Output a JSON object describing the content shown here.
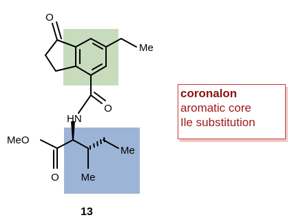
{
  "structure": {
    "atoms": {
      "ketone_oxygen": "O",
      "ethyl_methyl": "Me",
      "amide_nh": "HN",
      "amide_oxygen": "O",
      "ester_methoxy": "MeO",
      "ester_oxygen": "O",
      "ile_methyl": "Me",
      "ile_ethyl_methyl": "Me"
    },
    "compound_number": "13"
  },
  "highlights": {
    "aromatic_core_color": "#c6dcbd",
    "ile_color": "#9cb4d6"
  },
  "legend": {
    "title": "coronalon",
    "line1": "aromatic core",
    "line2": "Ile substitution",
    "border_color": "#c23a38",
    "shadow_color": "#f0c6c3"
  }
}
